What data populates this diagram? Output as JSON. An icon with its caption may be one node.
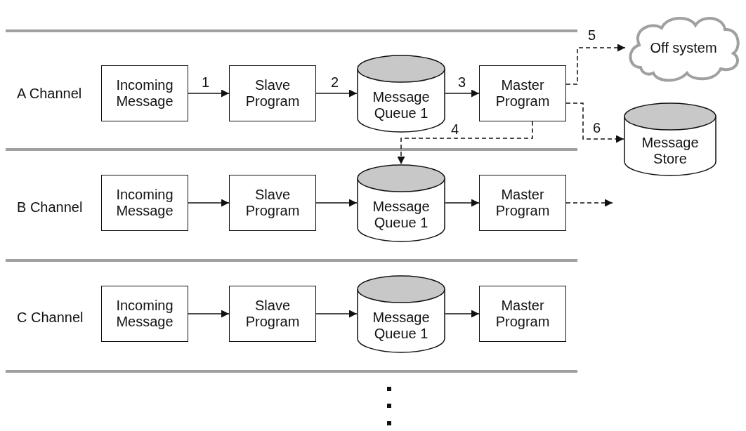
{
  "diagram": {
    "nodes": [
      {
        "text": [
          "Incoming Message"
        ]
      },
      {
        "text": [
          "Slave Program"
        ]
      },
      {
        "text": [
          "Message Queue 1"
        ]
      },
      {
        "text": [
          "Master Program"
        ]
      },
      {
        "text": [
          "Off system"
        ]
      },
      {
        "text": [
          "Message Store"
        ]
      },
      {
        "text": [
          "Incoming Message"
        ]
      },
      {
        "text": [
          "Slave Program"
        ]
      },
      {
        "text": [
          "Message Queue 1"
        ]
      },
      {
        "text": [
          "Master Program"
        ]
      },
      {
        "text": [
          "Incoming Message"
        ]
      },
      {
        "text": [
          "Slave Program"
        ]
      },
      {
        "text": [
          "Message Queue 1"
        ]
      },
      {
        "text": [
          "Master Program"
        ]
      }
    ],
    "edges": [
      {
        "from": 0,
        "to": 1,
        "arrow": "to",
        "label": "1"
      },
      {
        "from": 1,
        "to": 2,
        "arrow": "to",
        "label": "2"
      },
      {
        "from": 2,
        "to": 3,
        "arrow": "to",
        "label": "3"
      },
      {
        "from": 3,
        "to": 4,
        "arrow": "to",
        "label": "5",
        "style": "dashed"
      },
      {
        "from": 3,
        "to": 5,
        "arrow": "to",
        "label": "6",
        "style": "dashed"
      },
      {
        "from": 3,
        "to": 8,
        "arrow": "to",
        "label": "4",
        "style": "dashed"
      },
      {
        "from": 6,
        "to": 7,
        "arrow": "to"
      },
      {
        "from": 7,
        "to": 8,
        "arrow": "to"
      },
      {
        "from": 8,
        "to": 9,
        "arrow": "to"
      },
      {
        "from": 9,
        "to": null,
        "arrow": "to",
        "style": "dashed"
      },
      {
        "from": 10,
        "to": 11,
        "arrow": "to"
      },
      {
        "from": 11,
        "to": 12,
        "arrow": "to"
      },
      {
        "from": 12,
        "to": 13,
        "arrow": "to"
      }
    ],
    "labels": [
      "A Channel",
      "B Channel",
      "C Channel"
    ]
  }
}
